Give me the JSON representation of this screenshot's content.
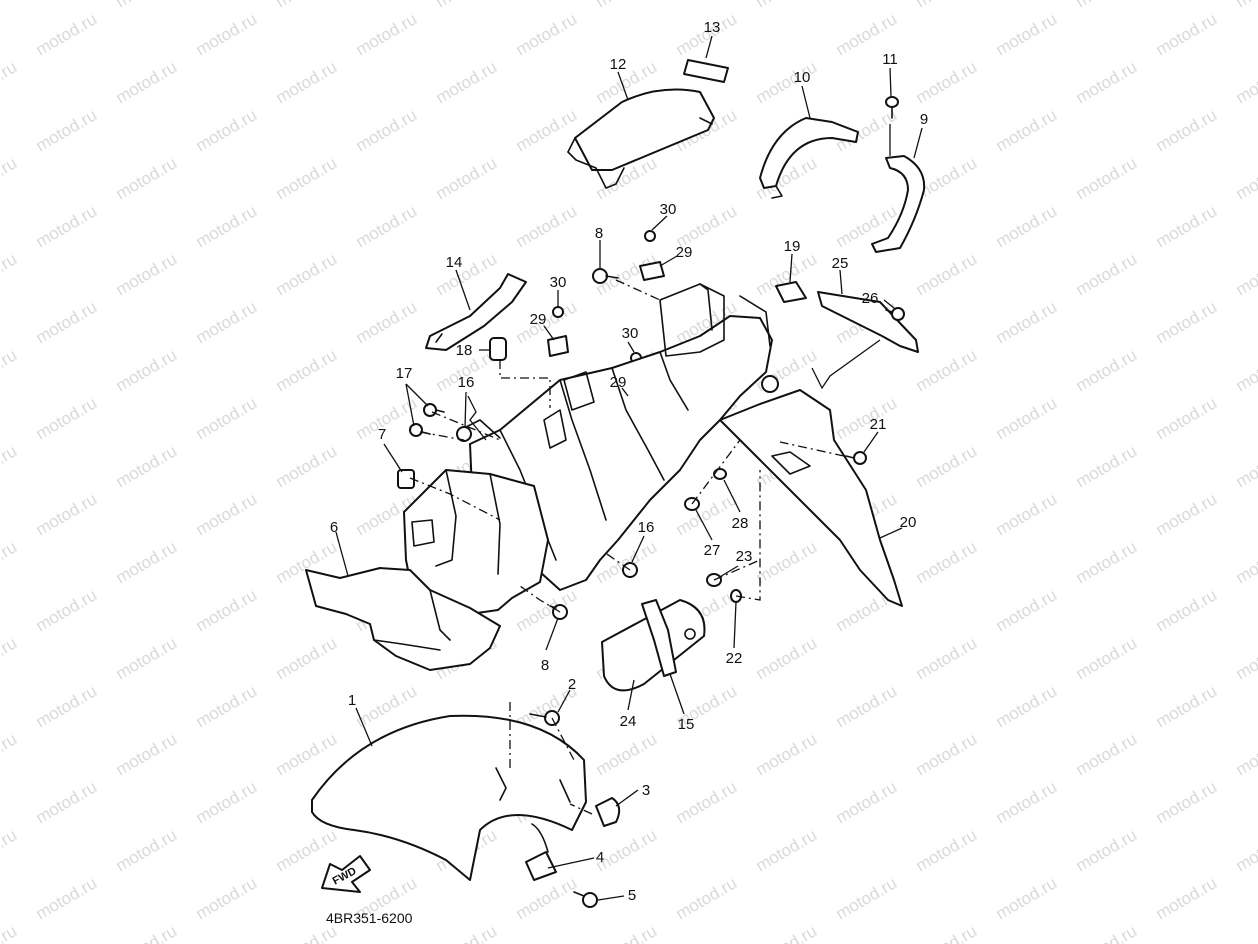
{
  "watermark": "motod.ru",
  "diagram_code": "4BR351-6200",
  "direction_label": "FWD",
  "callouts": [
    {
      "id": "c1",
      "text": "1"
    },
    {
      "id": "c2",
      "text": "2"
    },
    {
      "id": "c3",
      "text": "3"
    },
    {
      "id": "c4",
      "text": "4"
    },
    {
      "id": "c5",
      "text": "5"
    },
    {
      "id": "c6",
      "text": "6"
    },
    {
      "id": "c7",
      "text": "7"
    },
    {
      "id": "c8a",
      "text": "8"
    },
    {
      "id": "c8b",
      "text": "8"
    },
    {
      "id": "c9",
      "text": "9"
    },
    {
      "id": "c10",
      "text": "10"
    },
    {
      "id": "c11",
      "text": "11"
    },
    {
      "id": "c12",
      "text": "12"
    },
    {
      "id": "c13",
      "text": "13"
    },
    {
      "id": "c14",
      "text": "14"
    },
    {
      "id": "c15",
      "text": "15"
    },
    {
      "id": "c16a",
      "text": "16"
    },
    {
      "id": "c16b",
      "text": "16"
    },
    {
      "id": "c17",
      "text": "17"
    },
    {
      "id": "c18",
      "text": "18"
    },
    {
      "id": "c19",
      "text": "19"
    },
    {
      "id": "c20",
      "text": "20"
    },
    {
      "id": "c21",
      "text": "21"
    },
    {
      "id": "c22",
      "text": "22"
    },
    {
      "id": "c23",
      "text": "23"
    },
    {
      "id": "c24",
      "text": "24"
    },
    {
      "id": "c25",
      "text": "25"
    },
    {
      "id": "c26",
      "text": "26"
    },
    {
      "id": "c27",
      "text": "27"
    },
    {
      "id": "c28",
      "text": "28"
    },
    {
      "id": "c29a",
      "text": "29"
    },
    {
      "id": "c29b",
      "text": "29"
    },
    {
      "id": "c29c",
      "text": "29"
    },
    {
      "id": "c30a",
      "text": "30"
    },
    {
      "id": "c30b",
      "text": "30"
    },
    {
      "id": "c30c",
      "text": "30"
    }
  ]
}
